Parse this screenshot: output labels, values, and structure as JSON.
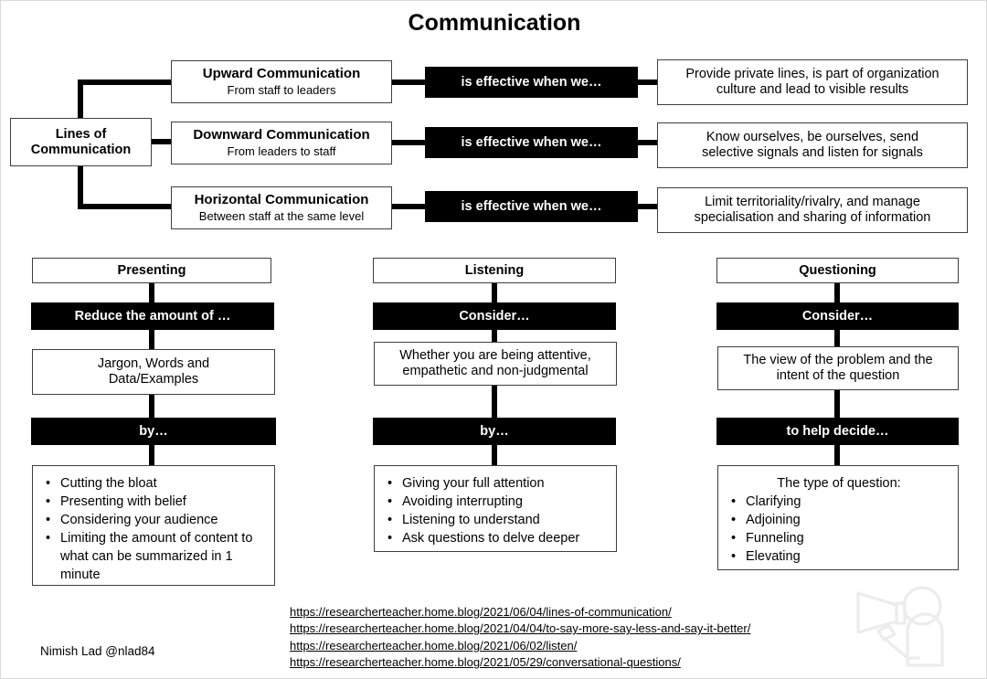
{
  "title": "Communication",
  "top_section": {
    "root_label_line1": "Lines of",
    "root_label_line2": "Communication",
    "rows": [
      {
        "type_title": "Upward Communication",
        "type_sub": "From staff to leaders",
        "connector_label": "is effective when we…",
        "outcome_line1": "Provide private lines, is part of organization",
        "outcome_line2": "culture and lead to visible results"
      },
      {
        "type_title": "Downward Communication",
        "type_sub": "From leaders to staff",
        "connector_label": "is effective when we…",
        "outcome_line1": "Know ourselves, be ourselves, send",
        "outcome_line2": "selective signals and listen for signals"
      },
      {
        "type_title": "Horizontal Communication",
        "type_sub": "Between staff at the same level",
        "connector_label": "is effective when we…",
        "outcome_line1": "Limit territoriality/rivalry, and manage",
        "outcome_line2": "specialisation and sharing of information"
      }
    ]
  },
  "columns": [
    {
      "heading": "Presenting",
      "prompt": "Reduce the amount of …",
      "body_line1": "Jargon, Words and",
      "body_line2": "Data/Examples",
      "method": "by…",
      "lead": "",
      "bullets": [
        "Cutting the bloat",
        "Presenting with belief",
        "Considering your audience",
        "Limiting the amount of content to what can be summarized in 1 minute"
      ]
    },
    {
      "heading": "Listening",
      "prompt": "Consider…",
      "body_line1": "Whether you are being attentive,",
      "body_line2": "empathetic and non-judgmental",
      "method": "by…",
      "lead": "",
      "bullets": [
        "Giving your full attention",
        "Avoiding interrupting",
        "Listening to understand",
        "Ask questions to delve deeper"
      ]
    },
    {
      "heading": "Questioning",
      "prompt": "Consider…",
      "body_line1": "The view of the problem and the",
      "body_line2": "intent of the question",
      "method": "to help decide…",
      "lead": "The type of question:",
      "bullets": [
        "Clarifying",
        "Adjoining",
        "Funneling",
        "Elevating"
      ]
    }
  ],
  "footer": {
    "credit": "Nimish Lad @nlad84",
    "links": [
      "https://researcherteacher.home.blog/2021/06/04/lines-of-communication/",
      "https://researcherteacher.home.blog/2021/04/04/to-say-more-say-less-and-say-it-better/",
      "https://researcherteacher.home.blog/2021/06/02/listen/",
      "https://researcherteacher.home.blog/2021/05/29/conversational-questions/"
    ]
  },
  "watermark": {
    "icon": "person-with-megaphone-icon",
    "color": "#ececec"
  }
}
